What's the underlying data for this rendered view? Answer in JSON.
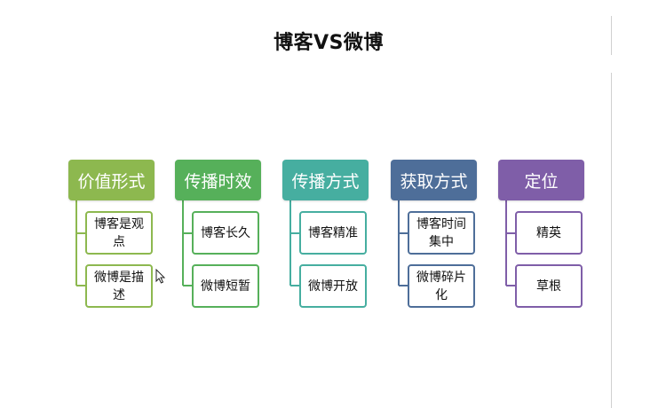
{
  "slide": {
    "title": "博客VS微博"
  },
  "columns": [
    {
      "header": "价值形式",
      "color": "#8DB84F",
      "items": [
        "博客是观点",
        "微博是描述"
      ]
    },
    {
      "header": "传播时效",
      "color": "#56B05A",
      "items": [
        "博客长久",
        "微博短暂"
      ]
    },
    {
      "header": "传播方式",
      "color": "#46AEA0",
      "items": [
        "博客精准",
        "微博开放"
      ]
    },
    {
      "header": "获取方式",
      "color": "#4E6E99",
      "items": [
        "博客时间集中",
        "微博碎片化"
      ]
    },
    {
      "header": "定位",
      "color": "#7F5EA8",
      "items": [
        "精英",
        "草根"
      ]
    }
  ]
}
